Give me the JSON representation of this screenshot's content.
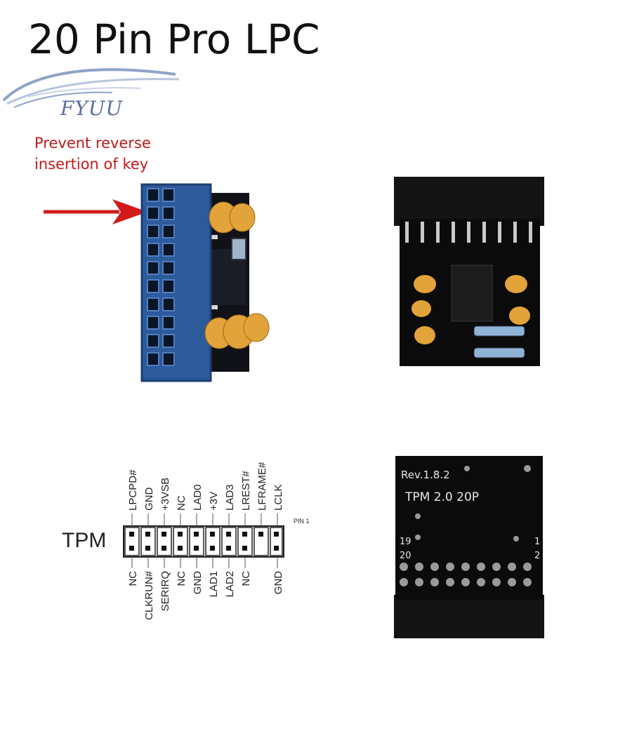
{
  "title": "20 Pin Pro LPC",
  "logo": {
    "text": "FYUU"
  },
  "note": {
    "line1": "Prevent reverse",
    "line2": "insertion of key"
  },
  "diagram": {
    "label": "TPM",
    "pin1_label": "PIN 1",
    "top_pins": [
      "LPCPD#",
      "GND",
      "+3VSB",
      "NC",
      "LAD0",
      "+3V",
      "LAD3",
      "LREST#",
      "LFRAME#",
      "LCLK"
    ],
    "bottom_pins": [
      "NC",
      "CLKRUN#",
      "SERIRQ",
      "NC",
      "GND",
      "LAD1",
      "LAD2",
      "NC",
      "",
      "GND"
    ]
  },
  "board_back": {
    "silk_rev": "Rev.1.8.2",
    "silk_model": "TPM 2.0 20P",
    "silk_19": "19",
    "silk_20": "20",
    "silk_1": "1",
    "silk_2": "2"
  },
  "colors": {
    "note": "#c01818",
    "pcb": "#0b0b0b",
    "connector": "#2c5a9a",
    "capacitor": "#e2a33a"
  }
}
